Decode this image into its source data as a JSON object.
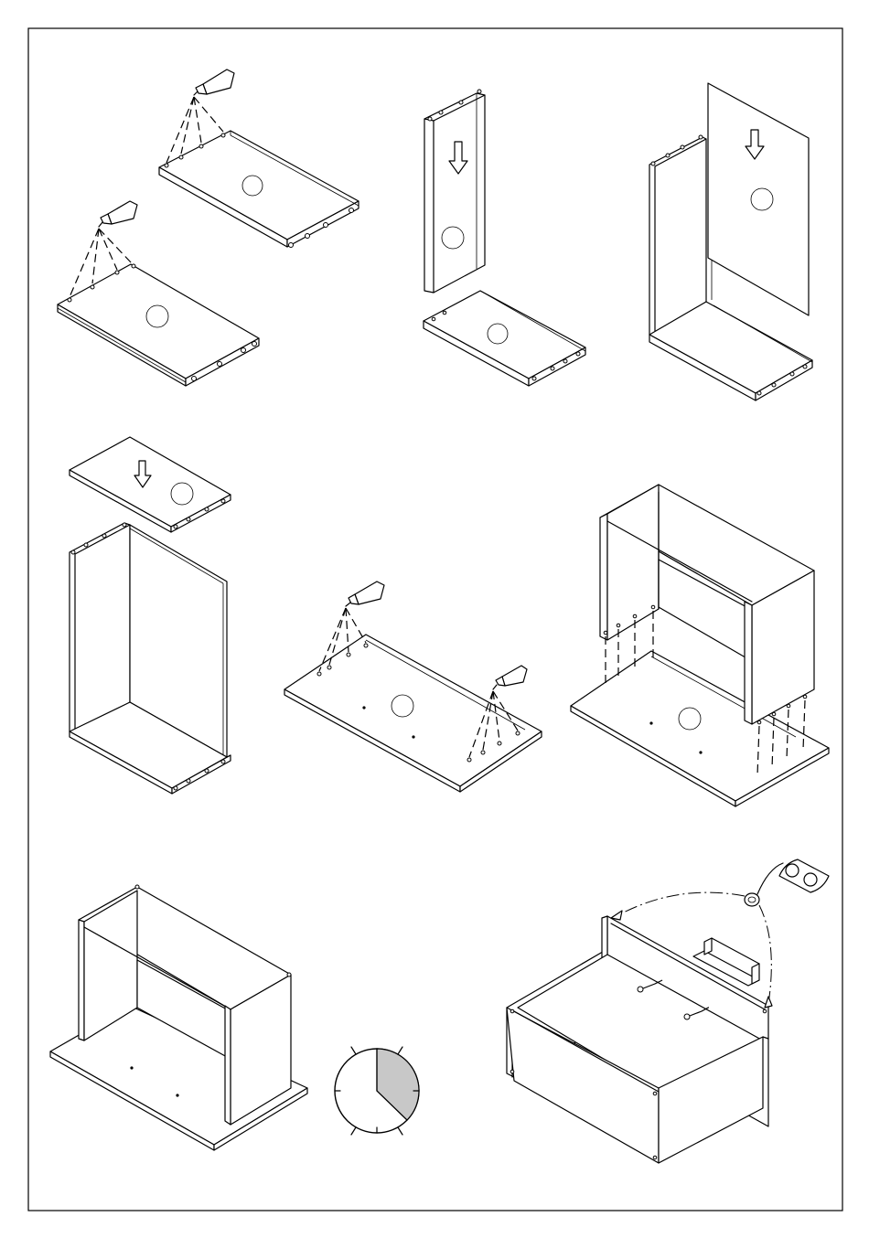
{
  "sheet": {
    "steps": [
      {
        "id": 1,
        "action": "glue-dowels-into-shelf-panels"
      },
      {
        "id": 2,
        "action": "slide-side-panel-onto-bottom"
      },
      {
        "id": 3,
        "action": "slide-back-panel-into-groove"
      },
      {
        "id": 4,
        "action": "attach-top-panel"
      },
      {
        "id": 5,
        "action": "glue-dowels-into-base-plate"
      },
      {
        "id": 6,
        "action": "lower-carcass-onto-base"
      },
      {
        "id": 7,
        "action": "assembled-carcass"
      },
      {
        "id": 8,
        "action": "drying-time-clock"
      },
      {
        "id": 9,
        "action": "fit-drawer-and-cover-caps"
      }
    ],
    "colors": {
      "ink": "#000000",
      "paper": "#ffffff",
      "clock_fill": "#c8c8c8"
    },
    "clock_shaded_fraction": 0.35
  }
}
